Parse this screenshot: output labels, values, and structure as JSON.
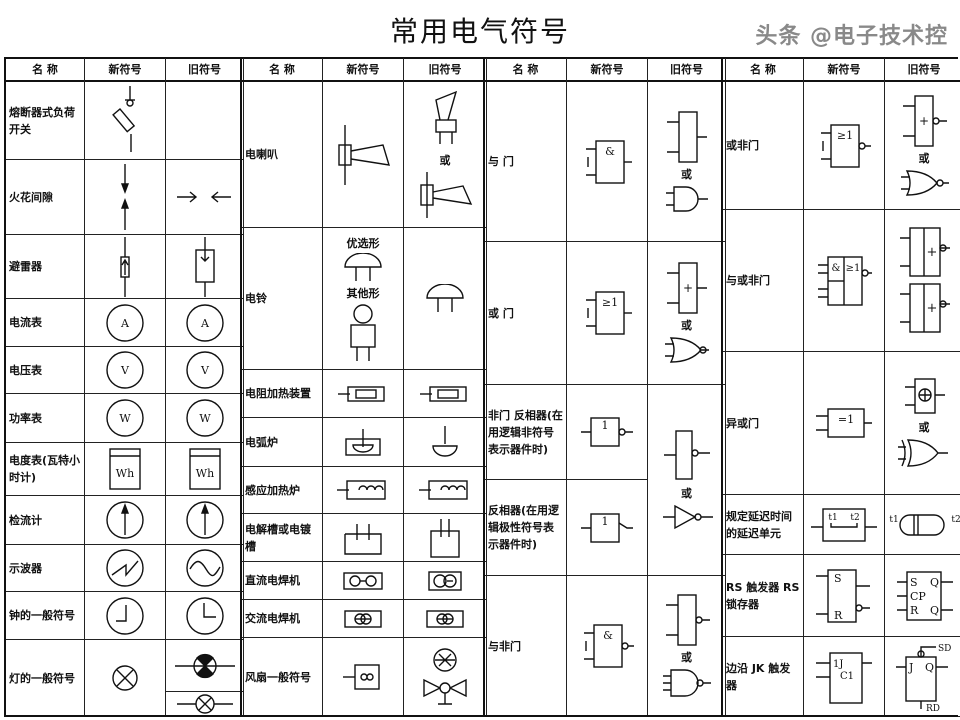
{
  "title": "常用电气符号",
  "watermark": "头条 @电子技术控",
  "headers": [
    "名 称",
    "新符号",
    "旧符号"
  ],
  "or_text": "或",
  "groups": [
    {
      "columns": [
        {
          "cells": [
            [
              "熔断器式负荷开关"
            ],
            [
              "火花间隙"
            ],
            [
              "避雷器"
            ],
            [
              "电流表"
            ],
            [
              "电压表"
            ],
            [
              "功率表"
            ],
            [
              "电度表(瓦特小时计)"
            ],
            [
              "检流计"
            ],
            [
              "示波器"
            ],
            [
              "钟的一般符号"
            ],
            [
              "灯的一般符号"
            ]
          ]
        },
        {
          "cells": [
            [
              {
                "icon": "fuse-switch"
              }
            ],
            [
              {
                "icon": "spark-gap-new"
              }
            ],
            [
              {
                "icon": "arrester-new"
              }
            ],
            [
              {
                "icon": "meter-circle",
                "labels": [
                  "A"
                ]
              }
            ],
            [
              {
                "icon": "meter-circle",
                "labels": [
                  "V"
                ]
              }
            ],
            [
              {
                "icon": "meter-circle",
                "labels": [
                  "W"
                ]
              }
            ],
            [
              {
                "icon": "energy-meter",
                "labels": [
                  "Wh"
                ]
              }
            ],
            [
              {
                "icon": "galvanometer"
              }
            ],
            [
              {
                "icon": "oscilloscope-new"
              }
            ],
            [
              {
                "icon": "clock-new"
              }
            ],
            [
              {
                "icon": "lamp"
              }
            ]
          ]
        },
        {
          "cells": [
            [],
            [
              {
                "icon": "spark-gap-old"
              }
            ],
            [
              {
                "icon": "arrester-old"
              }
            ],
            [
              {
                "icon": "meter-circle",
                "labels": [
                  "A"
                ]
              }
            ],
            [
              {
                "icon": "meter-circle",
                "labels": [
                  "V"
                ]
              }
            ],
            [
              {
                "icon": "meter-circle",
                "labels": [
                  "W"
                ]
              }
            ],
            [
              {
                "icon": "energy-meter",
                "labels": [
                  "Wh"
                ]
              }
            ],
            [
              {
                "icon": "galvanometer"
              }
            ],
            [
              {
                "icon": "oscilloscope-old"
              }
            ],
            [
              {
                "icon": "clock-old"
              }
            ],
            [
              {
                "icon": "lamp-filled"
              }
            ],
            [
              {
                "icon": "lamp-line"
              }
            ]
          ]
        }
      ]
    },
    {
      "columns": [
        {
          "cells": [
            [
              "电喇叭"
            ],
            [
              "电铃"
            ],
            [
              "电阻加热装置"
            ],
            [
              "电弧炉"
            ],
            [
              "感应加热炉"
            ],
            [
              "电解槽或电镀槽"
            ],
            [
              "直流电焊机"
            ],
            [
              "交流电焊机"
            ],
            [
              "风扇一般符号"
            ]
          ]
        },
        {
          "cells": [
            [
              {
                "icon": "horn-new"
              }
            ],
            [
              {
                "text": "优选形"
              },
              {
                "icon": "bell-dome"
              },
              {
                "text": "其他形"
              },
              {
                "icon": "bell-other"
              }
            ],
            [
              {
                "icon": "heater"
              }
            ],
            [
              {
                "icon": "arc-furnace-new"
              }
            ],
            [
              {
                "icon": "induction-furnace"
              }
            ],
            [
              {
                "icon": "electrolytic-new"
              }
            ],
            [
              {
                "icon": "dc-welder-new"
              }
            ],
            [
              {
                "icon": "ac-welder"
              }
            ],
            [
              {
                "icon": "fan-new"
              }
            ]
          ]
        },
        {
          "cells": [
            [
              {
                "icon": "horn-old-up"
              },
              {
                "text": "或"
              },
              {
                "icon": "horn-old-side"
              }
            ],
            [
              {
                "icon": "bell-dome"
              }
            ],
            [
              {
                "icon": "heater"
              }
            ],
            [
              {
                "icon": "arc-furnace-old"
              }
            ],
            [
              {
                "icon": "induction-furnace"
              }
            ],
            [
              {
                "icon": "electrolytic-old"
              }
            ],
            [
              {
                "icon": "dc-welder-old"
              }
            ],
            [
              {
                "icon": "ac-welder"
              }
            ],
            [
              {
                "icon": "fan-old-circle"
              },
              {
                "icon": "fan-old-bowtie"
              }
            ]
          ]
        }
      ]
    },
    {
      "columns": [
        {
          "cells": [
            [
              "与 门"
            ],
            [
              "或 门"
            ],
            [
              "非门 反相器(在用逻辑非符号表示器件时)"
            ],
            [
              "反相器(在用逻辑极性符号表示器件时)"
            ],
            [
              "与非门"
            ]
          ]
        },
        {
          "cells": [
            [
              {
                "icon": "logic-box",
                "labels": [
                  "&"
                ]
              }
            ],
            [
              {
                "icon": "logic-box",
                "labels": [
                  "≥1"
                ]
              }
            ],
            [
              {
                "icon": "logic-box-1-bubble",
                "labels": [
                  "1"
                ]
              }
            ],
            [
              {
                "icon": "logic-box-1-polarity",
                "labels": [
                  "1"
                ]
              }
            ],
            [
              {
                "icon": "logic-box-bubble",
                "labels": [
                  "&"
                ]
              }
            ]
          ]
        },
        {
          "cells": [
            [
              {
                "icon": "logic-tall",
                "labels": [
                  ""
                ]
              },
              {
                "text": "或"
              },
              {
                "icon": "and-gate"
              }
            ],
            [
              {
                "icon": "logic-tall",
                "labels": [
                  "+"
                ]
              },
              {
                "text": "或"
              },
              {
                "icon": "or-gate"
              }
            ],
            [
              {
                "icon": "logic-tall-1-bubble"
              },
              {
                "text": "或"
              },
              {
                "icon": "inverter"
              }
            ],
            [
              {
                "icon": "logic-tall-bubble",
                "labels": [
                  ""
                ]
              },
              {
                "text": "或"
              },
              {
                "icon": "nand-gate"
              }
            ]
          ]
        }
      ]
    },
    {
      "columns": [
        {
          "cells": [
            [
              "或非门"
            ],
            [
              "与或非门"
            ],
            [
              "异或门"
            ],
            [
              "规定延迟时间的延迟单元"
            ],
            [
              "RS 触发器 RS 锁存器"
            ],
            [
              "边沿 JK 触发器"
            ]
          ]
        },
        {
          "cells": [
            [
              {
                "icon": "logic-box-bubble",
                "labels": [
                  "≥1"
                ]
              }
            ],
            [
              {
                "icon": "aoi-new",
                "labels": [
                  "&",
                  "≥1"
                ]
              }
            ],
            [
              {
                "icon": "logic-box-2",
                "labels": [
                  "=1"
                ]
              }
            ],
            [
              {
                "icon": "delay-new",
                "labels": [
                  "t1",
                  "t2"
                ]
              }
            ],
            [
              {
                "icon": "rs-new",
                "labels": [
                  "S",
                  "R"
                ]
              }
            ],
            [
              {
                "icon": "jk-new",
                "labels": [
                  "1J",
                  "C1"
                ]
              }
            ]
          ]
        },
        {
          "cells": [
            [
              {
                "icon": "logic-tall-bubble",
                "labels": [
                  "+"
                ]
              },
              {
                "text": "或"
              },
              {
                "icon": "nor-gate"
              }
            ],
            [
              {
                "icon": "aoi-old",
                "labels": [
                  "+",
                  "+"
                ]
              }
            ],
            [
              {
                "icon": "xor-box",
                "labels": [
                  "⊕"
                ]
              },
              {
                "text": "或"
              },
              {
                "icon": "xor-gate"
              }
            ],
            [
              {
                "icon": "delay-old",
                "labels": [
                  "t1",
                  "t2"
                ]
              }
            ],
            [
              {
                "icon": "rs-old",
                "labels": [
                  "S",
                  "Q",
                  "CP",
                  "R",
                  "Q"
                ]
              }
            ],
            [
              {
                "icon": "jk-old",
                "labels": [
                  "SD",
                  "J",
                  "Q",
                  "RD"
                ]
              }
            ]
          ]
        }
      ]
    }
  ]
}
